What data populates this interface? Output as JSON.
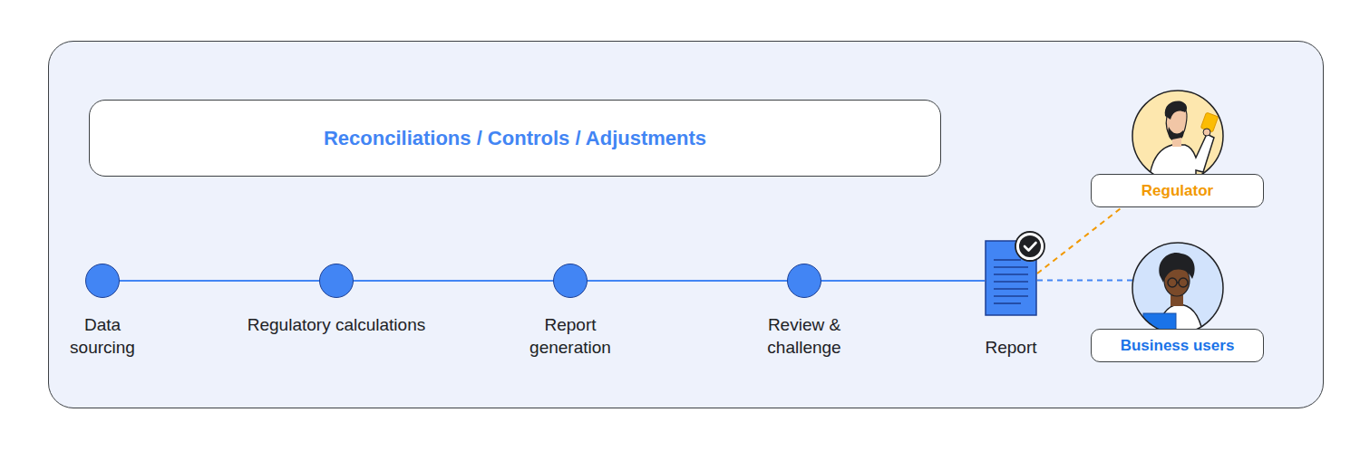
{
  "diagram": {
    "nodes": [
      {
        "text": [
          "Reconciliations / Controls / Adjustments"
        ]
      },
      {
        "text": [
          "Data sourcing"
        ]
      },
      {
        "text": [
          "Regulatory calculations"
        ]
      },
      {
        "text": [
          "Report generation"
        ]
      },
      {
        "text": [
          "Review & challenge"
        ]
      },
      {
        "text": [
          "Report"
        ]
      },
      {
        "text": [
          "Regulator"
        ]
      },
      {
        "text": [
          "Business users"
        ]
      }
    ],
    "edges": [
      {
        "from": 1,
        "to": 2,
        "arrow": "none"
      },
      {
        "from": 2,
        "to": 3,
        "arrow": "none"
      },
      {
        "from": 3,
        "to": 4,
        "arrow": "none"
      },
      {
        "from": 4,
        "to": 5,
        "arrow": "none"
      },
      {
        "from": 5,
        "to": 6,
        "arrow": "none"
      },
      {
        "from": 5,
        "to": 7,
        "arrow": "none"
      }
    ]
  }
}
